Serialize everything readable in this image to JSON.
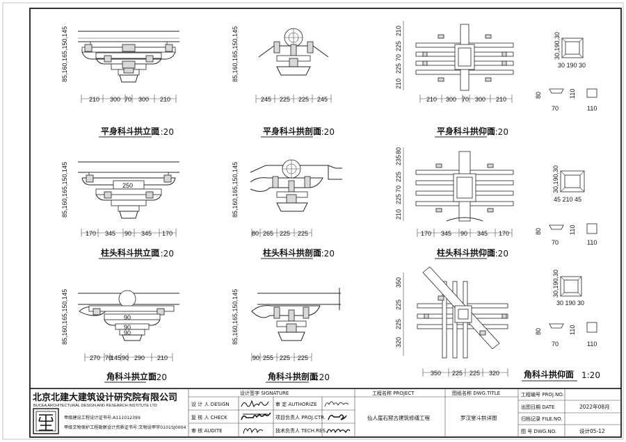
{
  "views": {
    "v1": {
      "title": "平身科斗拱立面",
      "scale": "1:20",
      "dims_h": [
        "210",
        "300",
        "70",
        "300",
        "210"
      ],
      "dims_v": "85,160,165,150,145"
    },
    "v2": {
      "title": "平身科斗拱剖面",
      "scale": "1:20",
      "dims_h": [
        "245",
        "225",
        "225",
        "245"
      ],
      "dims_v": "85,160,165,150,145"
    },
    "v3": {
      "title": "平身科斗拱仰面",
      "scale": "1:20",
      "dims_h": [
        "210",
        "300",
        "70",
        "300",
        "210"
      ],
      "dims_v": [
        "210",
        "225",
        "70",
        "225",
        "210"
      ]
    },
    "v4": {
      "title": "柱头科斗拱立面",
      "scale": "1:20",
      "dims_h": [
        "170",
        "345",
        "90",
        "345",
        "170"
      ],
      "dims_v": "85,160,165,150,145",
      "center_label": "250"
    },
    "v5": {
      "title": "柱头科斗拱剖面",
      "scale": "1:20",
      "dims_h": [
        "80",
        "265",
        "225",
        "225"
      ],
      "dims_v": "85,160,165,150,145"
    },
    "v6": {
      "title": "柱头科斗拱仰面",
      "scale": "1:20",
      "dims_h": [
        "170",
        "345",
        "90",
        "345",
        "170"
      ],
      "dims_v": [
        "210",
        "225",
        "70",
        "225",
        "235",
        "80"
      ]
    },
    "v7": {
      "title": "角科斗拱立面",
      "scale": "1:20",
      "dims_h": [
        "270",
        "70",
        "145",
        "90",
        "290",
        "210"
      ],
      "dims_v": "85,160,165,150,145",
      "inner_labels": [
        "90",
        "90",
        "90"
      ]
    },
    "v8": {
      "title": "角科斗拱剖面",
      "scale": "1:20",
      "dims_h": [
        "90",
        "255",
        "225",
        "225"
      ],
      "dims_v": "85,160,165,150,145"
    },
    "v9": {
      "title": "角科斗拱仰面",
      "scale": "1:20",
      "dims_h": [
        "350",
        "225",
        "225",
        "320"
      ],
      "dims_v": [
        "350",
        "225",
        "225",
        "320"
      ]
    }
  },
  "details": {
    "d1": {
      "plan_dims": "30 190 30",
      "plan_dims_v": "30,190,30",
      "elev_dims": [
        "80",
        "70",
        "110",
        "110"
      ]
    },
    "d2": {
      "plan_dims": "45 210 45",
      "plan_dims_v": "30,190,30",
      "elev_dims": [
        "80",
        "70",
        "110",
        "110"
      ]
    },
    "d3": {
      "plan_dims": "30 190 30",
      "plan_dims_v": "30,190,30",
      "elev_dims": [
        "80",
        "70",
        "110",
        "110"
      ]
    }
  },
  "title_block": {
    "firm_cn": "北京北建大建筑设计研究院有限公司",
    "firm_en": "BUCEA ARCHITECTURAL DESIGN AND RESEARCH INSTITUTE LTD",
    "cert1": "甲级建设工程设计证书号:A111012399",
    "cert2": "甲级文物保护工程勘察设计资质证书号:文物设甲字0101SJ0004",
    "signature_header": "设计签字  SIGNATURE",
    "designer_label": "设 计 人  DESIGN",
    "designer_sig": "李高吉",
    "check_label": "复 核 人  CHECK",
    "check_sig": "张华朝",
    "audit_label": "审     核  AUDITE",
    "audit_sig": "邹远晴",
    "authorize_label": "审  定  AUTHORIZE",
    "authorize_sig": "邹远晴",
    "proj_ctr_label": "项目负责人  PROJ.CTR.",
    "proj_ctr_sig": "聂建",
    "tech_res_label": "技术负责人  TECH.RES.",
    "tech_res_sig": "袁世涛",
    "project_header": "工程名称  PROJECT",
    "project_name": "仙人崖石窟古建筑修缮工程",
    "dwg_title_header": "图纸名称  DWG.TITLE",
    "dwg_title": "罗汉堂斗拱详图",
    "proj_no_label": "工程编号  PROJ.NO.",
    "proj_no_value": "",
    "date_label": "出图日期   DATE",
    "date_value": "2022年08月",
    "file_no_label": "归档记录  FILE.NO.",
    "file_no_value": "",
    "dwg_no_label": "图     号  DWG.NO.",
    "dwg_no_value": "设计05-12"
  }
}
